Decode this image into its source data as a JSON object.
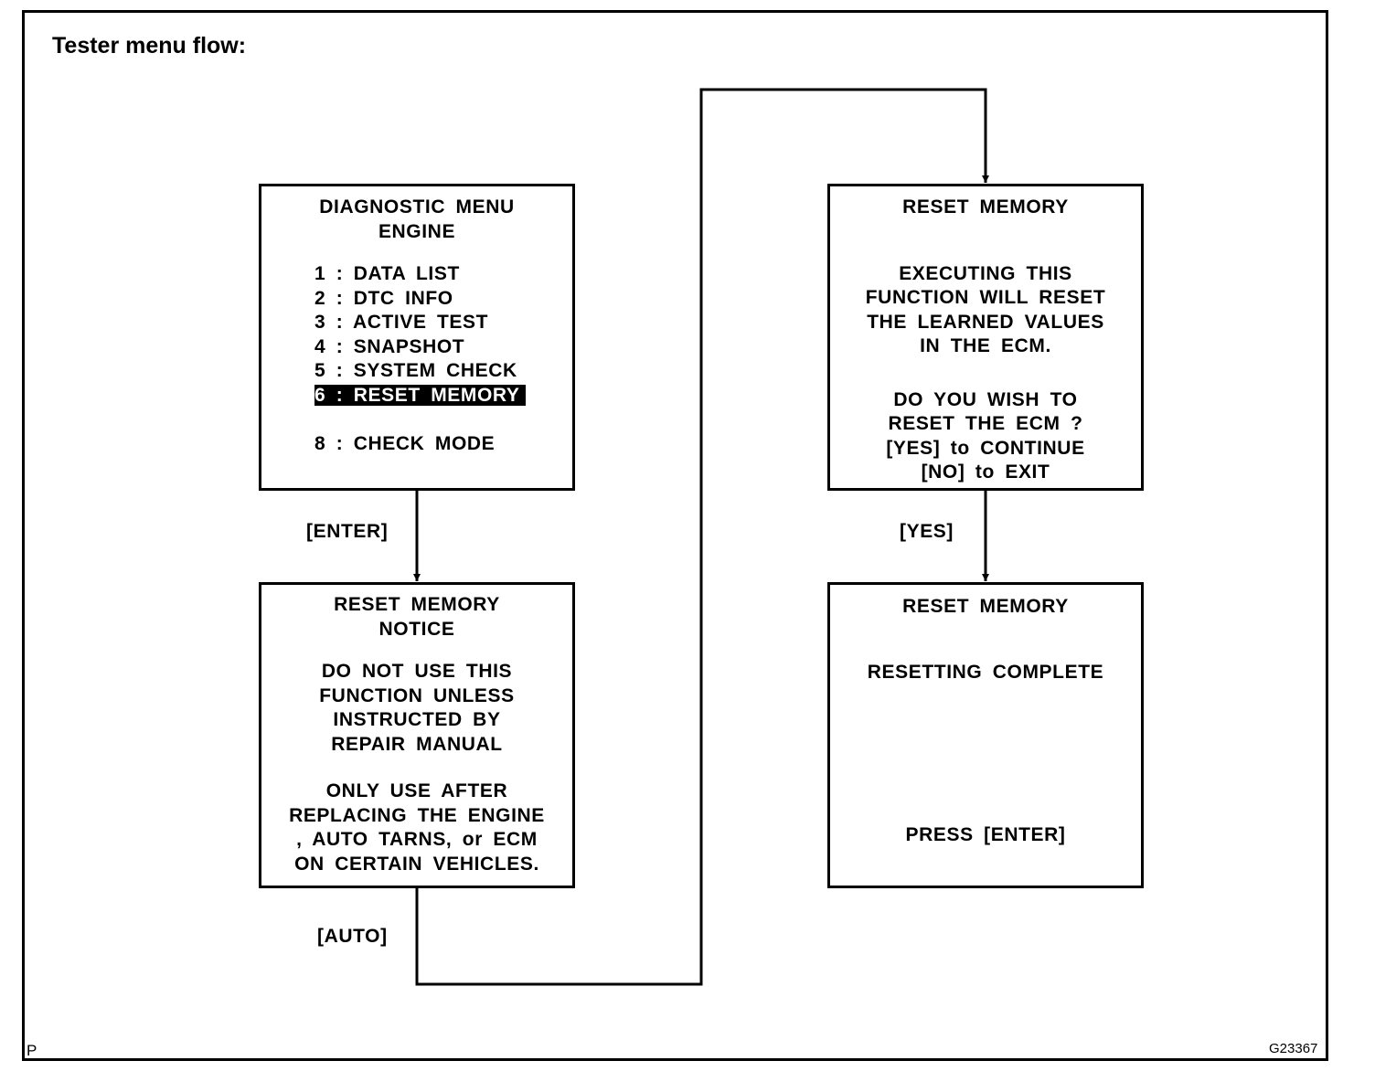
{
  "title": "Tester menu flow:",
  "boxes": {
    "diag": {
      "head": [
        "DIAGNOSTIC  MENU",
        "ENGINE"
      ],
      "items": [
        "1 :  DATA  LIST",
        "2 :  DTC  INFO",
        "3 :  ACTIVE  TEST",
        "4 :  SNAPSHOT",
        "5 :  SYSTEM  CHECK",
        "6 :  RESET  MEMORY",
        "8 :  CHECK  MODE"
      ]
    },
    "notice": {
      "head": [
        "RESET  MEMORY",
        "NOTICE"
      ],
      "para1": [
        "DO  NOT  USE  THIS",
        "FUNCTION  UNLESS",
        "INSTRUCTED  BY",
        "REPAIR  MANUAL"
      ],
      "para2": [
        "ONLY  USE  AFTER",
        "REPLACING  THE  ENGINE",
        ",  AUTO  TARNS,  or  ECM",
        "ON  CERTAIN  VEHICLES."
      ]
    },
    "confirm": {
      "head": "RESET  MEMORY",
      "para1": [
        "EXECUTING  THIS",
        "FUNCTION  WILL  RESET",
        "THE  LEARNED  VALUES",
        "IN  THE  ECM."
      ],
      "para2": [
        "DO  YOU  WISH  TO",
        "RESET  THE  ECM ?",
        "[YES]  to  CONTINUE",
        "[NO]  to  EXIT"
      ]
    },
    "complete": {
      "head": "RESET  MEMORY",
      "status": "RESETTING  COMPLETE",
      "prompt": "PRESS  [ENTER]"
    }
  },
  "labels": {
    "enter": "[ENTER]",
    "auto": "[AUTO]",
    "yes": "[YES]"
  },
  "corner_left": "P",
  "figure_id": "G23367"
}
